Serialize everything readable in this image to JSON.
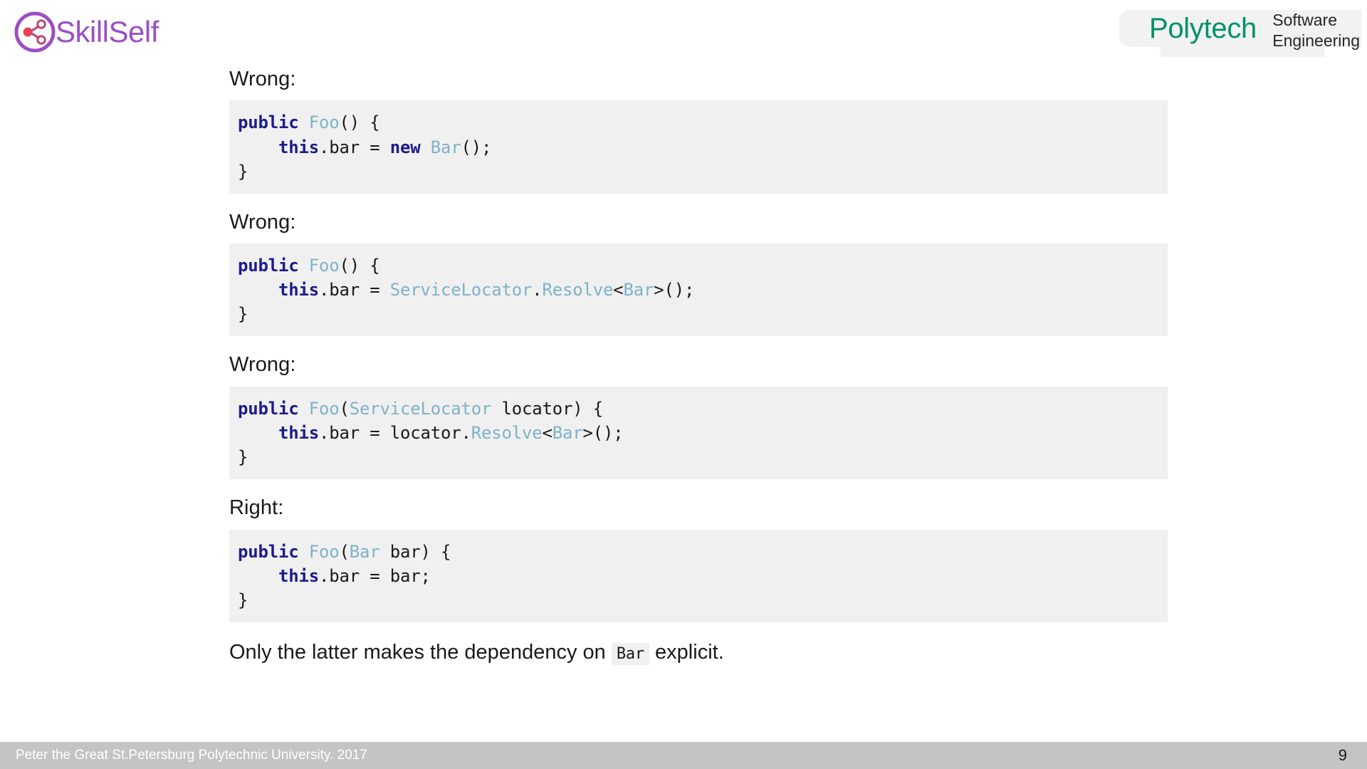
{
  "brand_left": {
    "logo_icon": "share-network-icon",
    "wordmark": "SkillSelf",
    "accent_color": "#9b4fc4",
    "node_color": "#e8415a"
  },
  "brand_right": {
    "primary": "Polytech",
    "secondary_line1": "Software",
    "secondary_line2": "Engineering",
    "primary_color": "#00906b",
    "secondary_color": "#262626"
  },
  "slide": {
    "sections": [
      {
        "caption": "Wrong:",
        "code_lines": [
          [
            {
              "t": "public",
              "c": "k"
            },
            {
              "t": " ",
              "c": "p"
            },
            {
              "t": "Foo",
              "c": "t"
            },
            {
              "t": "() {",
              "c": "p"
            }
          ],
          [
            {
              "t": "    ",
              "c": "p"
            },
            {
              "t": "this",
              "c": "k"
            },
            {
              "t": ".bar = ",
              "c": "p"
            },
            {
              "t": "new",
              "c": "k"
            },
            {
              "t": " ",
              "c": "p"
            },
            {
              "t": "Bar",
              "c": "t"
            },
            {
              "t": "();",
              "c": "p"
            }
          ],
          [
            {
              "t": "}",
              "c": "p"
            }
          ]
        ]
      },
      {
        "caption": "Wrong:",
        "code_lines": [
          [
            {
              "t": "public",
              "c": "k"
            },
            {
              "t": " ",
              "c": "p"
            },
            {
              "t": "Foo",
              "c": "t"
            },
            {
              "t": "() {",
              "c": "p"
            }
          ],
          [
            {
              "t": "    ",
              "c": "p"
            },
            {
              "t": "this",
              "c": "k"
            },
            {
              "t": ".bar = ",
              "c": "p"
            },
            {
              "t": "ServiceLocator",
              "c": "t"
            },
            {
              "t": ".",
              "c": "p"
            },
            {
              "t": "Resolve",
              "c": "t"
            },
            {
              "t": "<",
              "c": "p"
            },
            {
              "t": "Bar",
              "c": "t"
            },
            {
              "t": ">();",
              "c": "p"
            }
          ],
          [
            {
              "t": "}",
              "c": "p"
            }
          ]
        ]
      },
      {
        "caption": "Wrong:",
        "code_lines": [
          [
            {
              "t": "public",
              "c": "k"
            },
            {
              "t": " ",
              "c": "p"
            },
            {
              "t": "Foo",
              "c": "t"
            },
            {
              "t": "(",
              "c": "p"
            },
            {
              "t": "ServiceLocator",
              "c": "t"
            },
            {
              "t": " locator) {",
              "c": "p"
            }
          ],
          [
            {
              "t": "    ",
              "c": "p"
            },
            {
              "t": "this",
              "c": "k"
            },
            {
              "t": ".bar = locator.",
              "c": "p"
            },
            {
              "t": "Resolve",
              "c": "t"
            },
            {
              "t": "<",
              "c": "p"
            },
            {
              "t": "Bar",
              "c": "t"
            },
            {
              "t": ">();",
              "c": "p"
            }
          ],
          [
            {
              "t": "}",
              "c": "p"
            }
          ]
        ]
      },
      {
        "caption": "Right:",
        "code_lines": [
          [
            {
              "t": "public",
              "c": "k"
            },
            {
              "t": " ",
              "c": "p"
            },
            {
              "t": "Foo",
              "c": "t"
            },
            {
              "t": "(",
              "c": "p"
            },
            {
              "t": "Bar",
              "c": "t"
            },
            {
              "t": " bar) {",
              "c": "p"
            }
          ],
          [
            {
              "t": "    ",
              "c": "p"
            },
            {
              "t": "this",
              "c": "k"
            },
            {
              "t": ".bar = bar;",
              "c": "p"
            }
          ],
          [
            {
              "t": "}",
              "c": "p"
            }
          ]
        ]
      }
    ],
    "closing_note": {
      "before": "Only the latter makes the dependency on",
      "code": "Bar",
      "after": "explicit."
    }
  },
  "footer": {
    "text": "Peter the Great St.Petersburg Polytechnic University. 2017",
    "page_number": "9",
    "background_color": "#c4c4c4"
  }
}
